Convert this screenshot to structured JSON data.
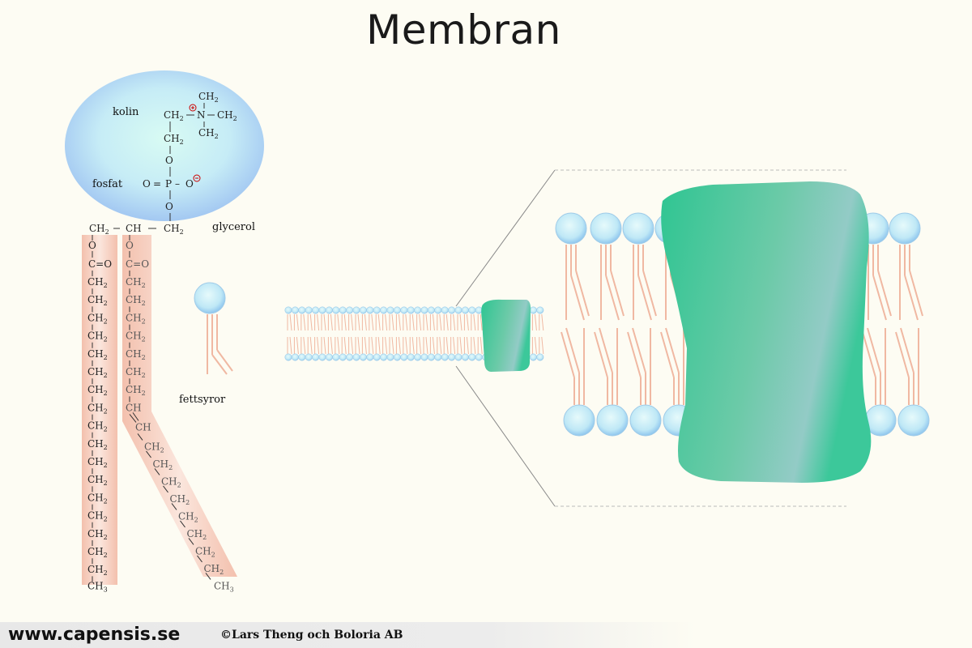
{
  "title": "Membran",
  "head": {
    "kolin_label": "kolin",
    "fosfat_label": "fosfat",
    "glycerol_label": "glycerol",
    "ch2": "CH",
    "sub2": "2",
    "n": "N",
    "o": "O",
    "p": "P",
    "ch": "CH",
    "minus": "–",
    "equals": "=",
    "o_eq_p": "O = P – O",
    "glycerol_row": "CH – CH – CH"
  },
  "chain1": {
    "top": [
      "O",
      "C=O"
    ],
    "repeat_label": "CH",
    "end_label": "CH",
    "end_sub": "3"
  },
  "chain2": {
    "top": [
      "O",
      "C=O"
    ],
    "straight_label": "CH",
    "double_bond": [
      "CH",
      "CH"
    ],
    "end_label": "CH",
    "end_sub": "3"
  },
  "fettsyror_label": "fettsyror",
  "colors": {
    "head_fill": "#bfe6f5",
    "head_edge": "#a5cbf2",
    "chain_fill": "#f8d6c9",
    "chain_edge": "#f2c4b2",
    "protein": "#3cc89a",
    "lipid_head": "#bde6f5"
  },
  "footer": {
    "site": "www.capensis.se",
    "copyright": "©Lars Theng och Boloria AB"
  }
}
